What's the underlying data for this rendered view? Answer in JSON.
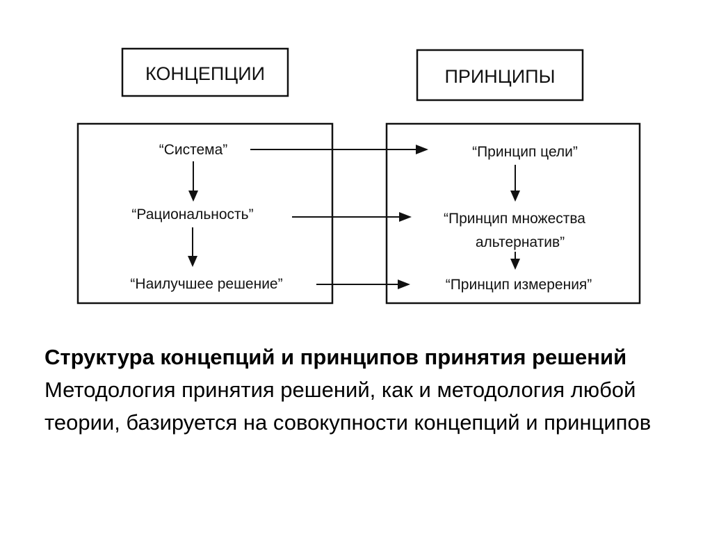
{
  "diagram": {
    "concepts_header": "КОНЦЕПЦИИ",
    "principles_header": "ПРИНЦИПЫ",
    "concepts": [
      "“Система”",
      "“Рациональность”",
      "“Наилучшее решение”"
    ],
    "principles": [
      "“Принцип цели”",
      "“Принцип множества",
      "альтернатив”",
      "“Принцип измерения”"
    ]
  },
  "caption": {
    "title": "Структура концепций и принципов принятия решений",
    "body": "Методология принятия решений, как и методология любой теории, базируется на совокупности концепций и принципов"
  }
}
